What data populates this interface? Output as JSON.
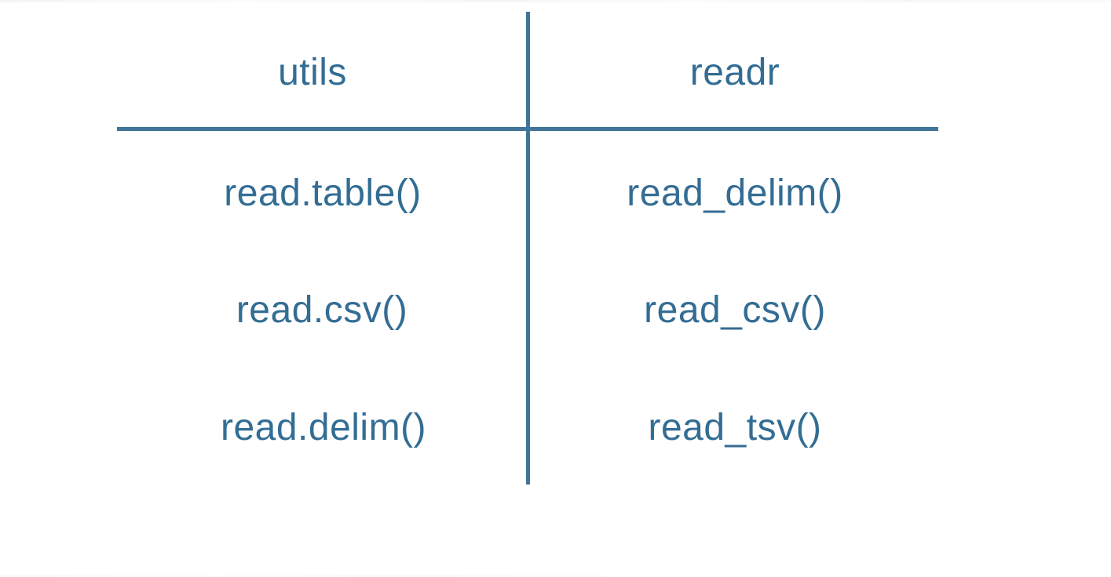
{
  "table": {
    "accent_text_color": "#336d94",
    "accent_line_color": "#3e7598",
    "columns": [
      {
        "header": "utils",
        "cells": [
          "read.table()",
          "read.csv()",
          "read.delim()"
        ]
      },
      {
        "header": "readr",
        "cells": [
          "read_delim()",
          "read_csv()",
          "read_tsv()"
        ]
      }
    ]
  }
}
